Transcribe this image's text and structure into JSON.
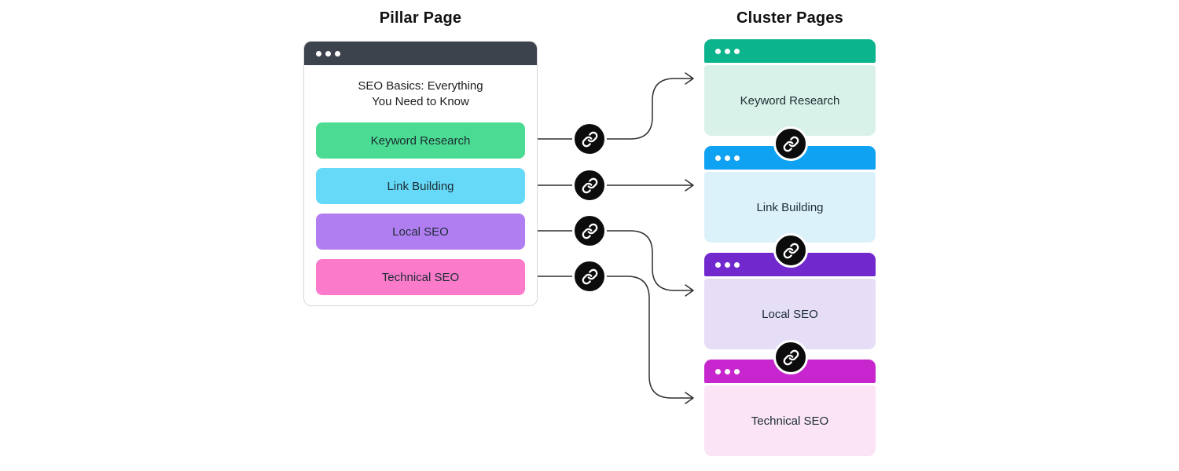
{
  "page": {
    "background": "#ffffff",
    "line_color": "#2e2e2e"
  },
  "pillar": {
    "title": "Pillar Page",
    "window": {
      "header_color": "#3d434d",
      "heading_line1": "SEO Basics: Everything",
      "heading_line2": "You Need to Know",
      "buttons": [
        {
          "label": "Keyword Research",
          "color": "#4bdb92"
        },
        {
          "label": "Link Building",
          "color": "#66d9f8"
        },
        {
          "label": "Local SEO",
          "color": "#b17ef2"
        },
        {
          "label": "Technical SEO",
          "color": "#fb7bca"
        }
      ]
    }
  },
  "cluster": {
    "title": "Cluster Pages",
    "cards": [
      {
        "label": "Keyword Research",
        "header_color": "#0cb48d",
        "body_color": "#d9f2e9"
      },
      {
        "label": "Link Building",
        "header_color": "#0fa1f2",
        "body_color": "#dcf2fb"
      },
      {
        "label": "Local SEO",
        "header_color": "#7129ce",
        "body_color": "#e6def7"
      },
      {
        "label": "Technical SEO",
        "header_color": "#c726cf",
        "body_color": "#fae4f6"
      }
    ]
  },
  "connectors": {
    "icon": "chain-link-icon",
    "badge_color": "#0c0c0c"
  }
}
